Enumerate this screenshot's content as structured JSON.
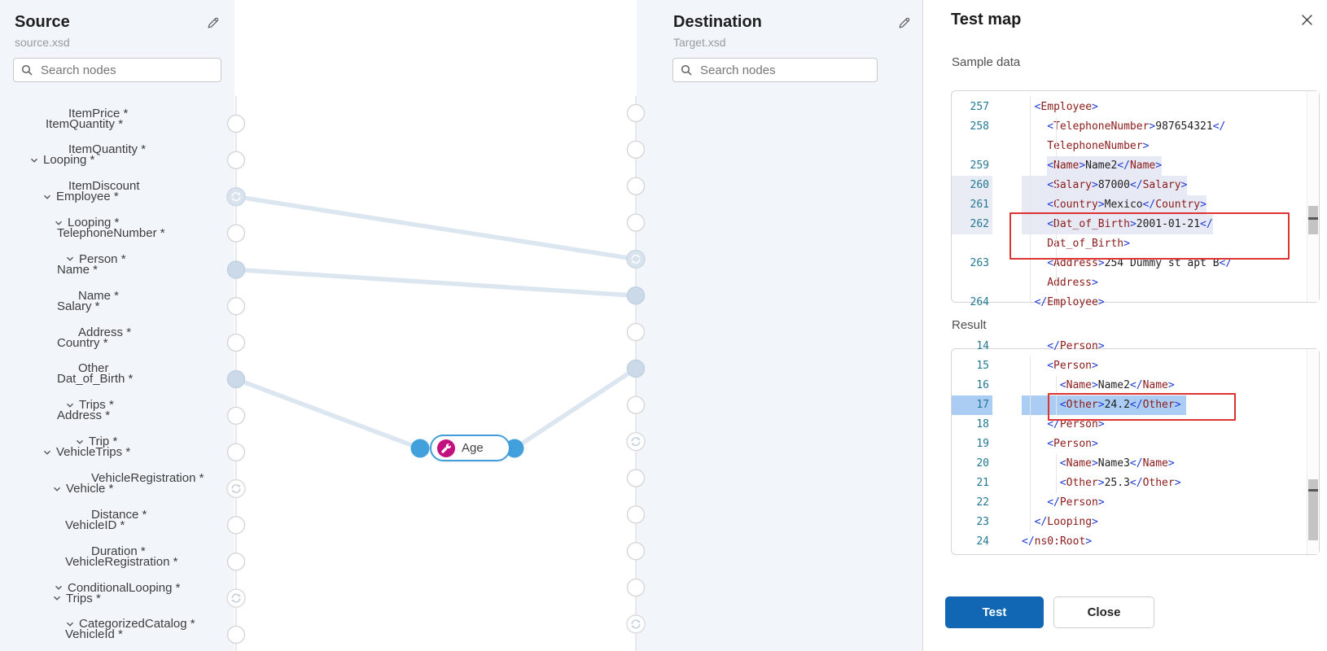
{
  "source_panel": {
    "title": "Source",
    "file": "source.xsd",
    "search_placeholder": "Search nodes",
    "items": [
      {
        "label": "ItemQuantity *",
        "level": 2,
        "node": false,
        "port": "empty"
      },
      {
        "label": "Looping *",
        "level": 1,
        "node": true,
        "port": "empty"
      },
      {
        "label": "Employee *",
        "level": 2,
        "node": true,
        "port": "loop-connected"
      },
      {
        "label": "TelephoneNumber *",
        "level": 3,
        "node": false,
        "port": "empty"
      },
      {
        "label": "Name *",
        "level": 3,
        "node": false,
        "port": "connected"
      },
      {
        "label": "Salary *",
        "level": 3,
        "node": false,
        "port": "empty"
      },
      {
        "label": "Country *",
        "level": 3,
        "node": false,
        "port": "empty"
      },
      {
        "label": "Dat_of_Birth *",
        "level": 3,
        "node": false,
        "port": "connected"
      },
      {
        "label": "Address *",
        "level": 3,
        "node": false,
        "port": "empty"
      },
      {
        "label": "VehicleTrips *",
        "level": 2,
        "node": true,
        "port": "empty"
      },
      {
        "label": "Vehicle *",
        "level": 3,
        "node": true,
        "port": "loop"
      },
      {
        "label": "VehicleID *",
        "level": 4,
        "node": false,
        "port": "empty"
      },
      {
        "label": "VehicleRegistration *",
        "level": 4,
        "node": false,
        "port": "empty"
      },
      {
        "label": "Trips *",
        "level": 3,
        "node": true,
        "port": "loop"
      },
      {
        "label": "VehicleId *",
        "level": 4,
        "node": false,
        "port": "empty"
      }
    ]
  },
  "destination_panel": {
    "title": "Destination",
    "file": "Target.xsd",
    "search_placeholder": "Search nodes",
    "items": [
      {
        "label": "ItemPrice *",
        "level": 2,
        "node": false,
        "port": "empty"
      },
      {
        "label": "ItemQuantity *",
        "level": 2,
        "node": false,
        "port": "empty"
      },
      {
        "label": "ItemDiscount",
        "level": 2,
        "node": false,
        "port": "empty"
      },
      {
        "label": "Looping *",
        "level": 1,
        "node": true,
        "port": "empty"
      },
      {
        "label": "Person *",
        "level": 2,
        "node": true,
        "port": "loop-connected"
      },
      {
        "label": "Name *",
        "level": 3,
        "node": false,
        "port": "connected"
      },
      {
        "label": "Address *",
        "level": 3,
        "node": false,
        "port": "empty"
      },
      {
        "label": "Other",
        "level": 3,
        "node": false,
        "port": "connected"
      },
      {
        "label": "Trips *",
        "level": 2,
        "node": true,
        "port": "empty"
      },
      {
        "label": "Trip *",
        "level": 3,
        "node": true,
        "port": "loop"
      },
      {
        "label": "VehicleRegistration *",
        "level": 4,
        "node": false,
        "port": "empty"
      },
      {
        "label": "Distance *",
        "level": 4,
        "node": false,
        "port": "empty"
      },
      {
        "label": "Duration *",
        "level": 4,
        "node": false,
        "port": "empty"
      },
      {
        "label": "ConditionalLooping *",
        "level": 1,
        "node": true,
        "port": "empty"
      },
      {
        "label": "CategorizedCatalog *",
        "level": 2,
        "node": true,
        "port": "loop"
      }
    ]
  },
  "canvas": {
    "function_node": {
      "label": "Age",
      "icon": "wrench-icon",
      "color": "#c2117e"
    },
    "connections": [
      {
        "from": "Employee",
        "to": "Person"
      },
      {
        "from": "Name",
        "to": "Name"
      },
      {
        "from": "Dat_of_Birth",
        "to": "Age"
      },
      {
        "from": "Age",
        "to": "Other"
      }
    ]
  },
  "test_panel": {
    "title": "Test map",
    "sample_label": "Sample data",
    "result_label": "Result",
    "buttons": {
      "test": "Test",
      "close": "Close"
    },
    "sample_rows": [
      {
        "num": "",
        "ind": 0,
        "tokens": []
      },
      {
        "num": "257",
        "ind": 2,
        "tokens": [
          [
            "p",
            "<"
          ],
          [
            "t",
            "Employee"
          ],
          [
            "p",
            ">"
          ]
        ]
      },
      {
        "num": "258",
        "ind": 4,
        "tokens": [
          [
            "p",
            "<"
          ],
          [
            "t",
            "TelephoneNumber"
          ],
          [
            "p",
            ">"
          ],
          [
            "v",
            "987654321"
          ],
          [
            "p",
            "</"
          ]
        ]
      },
      {
        "num": "",
        "ind": 4,
        "tokens": [
          [
            "t",
            "TelephoneNumber"
          ],
          [
            "p",
            ">"
          ]
        ]
      },
      {
        "num": "259",
        "ind": 4,
        "hl": "text",
        "tokens": [
          [
            "p",
            "<"
          ],
          [
            "t",
            "Name"
          ],
          [
            "p",
            ">"
          ],
          [
            "v",
            "Name2"
          ],
          [
            "p",
            "</"
          ],
          [
            "t",
            "Name"
          ],
          [
            "p",
            ">"
          ]
        ]
      },
      {
        "num": "260",
        "ind": 4,
        "hl": "line",
        "ghl": true,
        "tokens": [
          [
            "p",
            "<"
          ],
          [
            "t",
            "Salary"
          ],
          [
            "p",
            ">"
          ],
          [
            "v",
            "87000"
          ],
          [
            "p",
            "</"
          ],
          [
            "t",
            "Salary"
          ],
          [
            "p",
            ">"
          ]
        ]
      },
      {
        "num": "261",
        "ind": 4,
        "hl": "line",
        "ghl": true,
        "tokens": [
          [
            "p",
            "<"
          ],
          [
            "t",
            "Country"
          ],
          [
            "p",
            ">"
          ],
          [
            "v",
            "Mexico"
          ],
          [
            "p",
            "</"
          ],
          [
            "t",
            "Country"
          ],
          [
            "p",
            ">"
          ]
        ]
      },
      {
        "num": "262",
        "ind": 4,
        "hl": "line",
        "ghl": true,
        "box": true,
        "tokens": [
          [
            "p",
            "<"
          ],
          [
            "t",
            "Dat_of_Birth"
          ],
          [
            "p",
            ">"
          ],
          [
            "v",
            "2001-01-21"
          ],
          [
            "p",
            "</"
          ]
        ]
      },
      {
        "num": "",
        "ind": 4,
        "box": true,
        "tokens": [
          [
            "t",
            "Dat_of_Birth"
          ],
          [
            "p",
            ">"
          ]
        ]
      },
      {
        "num": "263",
        "ind": 4,
        "tokens": [
          [
            "p",
            "<"
          ],
          [
            "t",
            "Address"
          ],
          [
            "p",
            ">"
          ],
          [
            "v",
            "254 Dummy st apt B"
          ],
          [
            "p",
            "</"
          ]
        ]
      },
      {
        "num": "",
        "ind": 4,
        "tokens": [
          [
            "t",
            "Address"
          ],
          [
            "p",
            ">"
          ]
        ]
      },
      {
        "num": "264",
        "ind": 2,
        "tokens": [
          [
            "p",
            "</"
          ],
          [
            "t",
            "Employee"
          ],
          [
            "p",
            ">"
          ]
        ]
      }
    ],
    "result_rows": [
      {
        "num": "14",
        "ind": 4,
        "tokens": [
          [
            "p",
            "</"
          ],
          [
            "t",
            "Person"
          ],
          [
            "p",
            ">"
          ]
        ]
      },
      {
        "num": "15",
        "ind": 4,
        "tokens": [
          [
            "p",
            "<"
          ],
          [
            "t",
            "Person"
          ],
          [
            "p",
            ">"
          ]
        ]
      },
      {
        "num": "16",
        "ind": 6,
        "tokens": [
          [
            "p",
            "<"
          ],
          [
            "t",
            "Name"
          ],
          [
            "p",
            ">"
          ],
          [
            "v",
            "Name2"
          ],
          [
            "p",
            "</"
          ],
          [
            "t",
            "Name"
          ],
          [
            "p",
            ">"
          ]
        ]
      },
      {
        "num": "17",
        "ind": 6,
        "sel": true,
        "box": true,
        "tokens": [
          [
            "p",
            "<"
          ],
          [
            "t",
            "Other"
          ],
          [
            "p",
            ">"
          ],
          [
            "v",
            "24.2"
          ],
          [
            "p",
            "</"
          ],
          [
            "t",
            "Other"
          ],
          [
            "p",
            ">"
          ]
        ]
      },
      {
        "num": "18",
        "ind": 4,
        "tokens": [
          [
            "p",
            "</"
          ],
          [
            "t",
            "Person"
          ],
          [
            "p",
            ">"
          ]
        ]
      },
      {
        "num": "19",
        "ind": 4,
        "tokens": [
          [
            "p",
            "<"
          ],
          [
            "t",
            "Person"
          ],
          [
            "p",
            ">"
          ]
        ]
      },
      {
        "num": "20",
        "ind": 6,
        "tokens": [
          [
            "p",
            "<"
          ],
          [
            "t",
            "Name"
          ],
          [
            "p",
            ">"
          ],
          [
            "v",
            "Name3"
          ],
          [
            "p",
            "</"
          ],
          [
            "t",
            "Name"
          ],
          [
            "p",
            ">"
          ]
        ]
      },
      {
        "num": "21",
        "ind": 6,
        "tokens": [
          [
            "p",
            "<"
          ],
          [
            "t",
            "Other"
          ],
          [
            "p",
            ">"
          ],
          [
            "v",
            "25.3"
          ],
          [
            "p",
            "</"
          ],
          [
            "t",
            "Other"
          ],
          [
            "p",
            ">"
          ]
        ]
      },
      {
        "num": "22",
        "ind": 4,
        "tokens": [
          [
            "p",
            "</"
          ],
          [
            "t",
            "Person"
          ],
          [
            "p",
            ">"
          ]
        ]
      },
      {
        "num": "23",
        "ind": 2,
        "tokens": [
          [
            "p",
            "</"
          ],
          [
            "t",
            "Looping"
          ],
          [
            "p",
            ">"
          ]
        ]
      },
      {
        "num": "24",
        "ind": 0,
        "tokens": [
          [
            "p",
            "</"
          ],
          [
            "t",
            "ns0:Root"
          ],
          [
            "p",
            ">"
          ]
        ]
      }
    ]
  },
  "colors": {
    "accent_blue": "#3f9edb",
    "function_magenta": "#c2117e",
    "error_red": "#dd3333",
    "selection_blue": "#abccf3",
    "panel_bg": "#f2f6fa",
    "connection": "#dce6f0",
    "primary_button": "#1267b4",
    "line_number": "#237893",
    "xml_tag": "#8b1a1a",
    "xml_punct": "#1f3bd3"
  }
}
